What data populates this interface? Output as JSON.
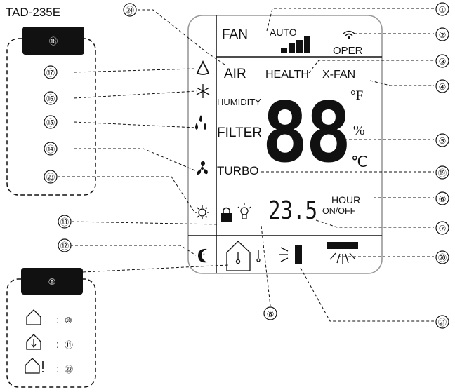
{
  "model": "TAD-235E",
  "lcd": {
    "fan": "FAN",
    "auto": "AUTO",
    "oper": "OPER",
    "air": "AIR",
    "health": "HEALTH",
    "xfan": "X-FAN",
    "humidity": "HUMIDITY",
    "filter": "FILTER",
    "turbo": "TURBO",
    "big_digits": "88",
    "deg_f": "°F",
    "percent": "%",
    "deg_c": "℃",
    "small_digits": "23.5",
    "hour": "HOUR",
    "onoff": "ON/OFF"
  },
  "callouts": {
    "c1": "①",
    "c2": "②",
    "c3": "③",
    "c4": "④",
    "c5": "⑤",
    "c6": "⑥",
    "c7": "⑦",
    "c8": "⑧",
    "c9": "⑨",
    "c10": "⑩",
    "c11": "⑪",
    "c12": "⑫",
    "c13": "⑬",
    "c14": "⑭",
    "c15": "⑮",
    "c16": "⑯",
    "c17": "⑰",
    "c18": "⑱",
    "c19": "⑲",
    "c20": "⑳",
    "c21": "㉑",
    "c22": "㉒",
    "c23": "㉓",
    "c24": "㉔"
  },
  "legend_bottom": {
    "rows": [
      {
        "colon": ":",
        "num": "⑩"
      },
      {
        "colon": ":",
        "num": "⑪"
      },
      {
        "colon": ":",
        "num": "㉒"
      }
    ]
  }
}
